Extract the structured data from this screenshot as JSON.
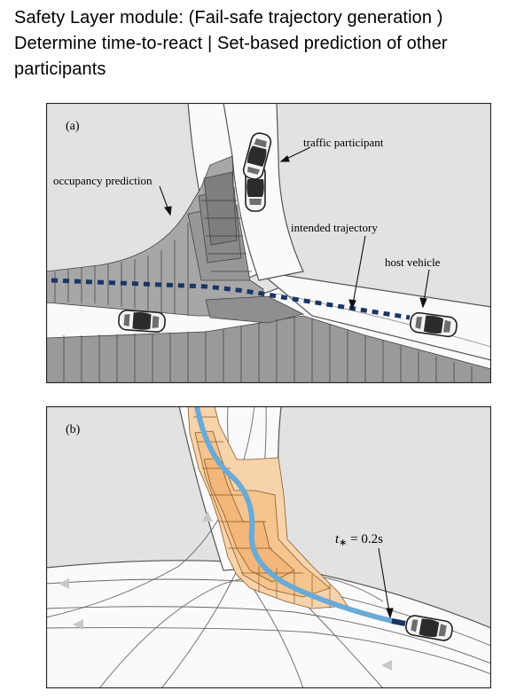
{
  "header": {
    "line1": "Safety Layer module: (Fail-safe trajectory generation )",
    "line2": "Determine time-to-react | Set-based prediction of other",
    "line3": "participants"
  },
  "panel_a": {
    "label": "(a)",
    "annotations": {
      "traffic_participant": "traffic participant",
      "occupancy_prediction": "occupancy prediction",
      "intended_trajectory": "intended trajectory",
      "host_vehicle": "host vehicle"
    },
    "colors": {
      "background": "#e2e2e2",
      "road": "#fafafa",
      "occupancy": "#8c8c8c",
      "trajectory": "#1b3566"
    }
  },
  "panel_b": {
    "label": "(b)",
    "annotation": "t_* = 0.2s",
    "annotation_parts": {
      "t": "t",
      "sub": "∗",
      "rest": " = 0.2s"
    },
    "colors": {
      "background": "#e2e2e2",
      "road": "#fafafa",
      "occupancy": "#f6c99a",
      "trajectory": "#6aaad6",
      "trajectory_end": "#1b3566"
    }
  }
}
